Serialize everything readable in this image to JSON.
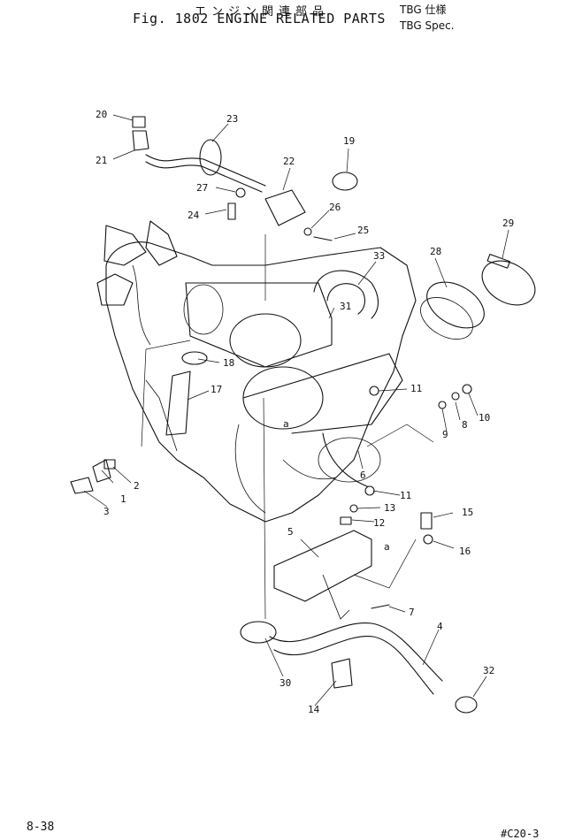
{
  "header": {
    "japanese_title": "エンジン関連部品",
    "title": "Fig. 1802 ENGINE RELATED PARTS",
    "spec_japanese": "TBG 仕様",
    "spec_english": "TBG Spec."
  },
  "callouts": [
    "1",
    "2",
    "3",
    "4",
    "5",
    "6",
    "7",
    "8",
    "9",
    "10",
    "11",
    "11",
    "12",
    "13",
    "14",
    "15",
    "16",
    "17",
    "18",
    "19",
    "20",
    "21",
    "22",
    "23",
    "24",
    "25",
    "26",
    "27",
    "28",
    "29",
    "30",
    "31",
    "32",
    "33",
    "a",
    "a"
  ],
  "footer": {
    "page_number": "8-38",
    "drawing_ref": "#C20-3"
  }
}
